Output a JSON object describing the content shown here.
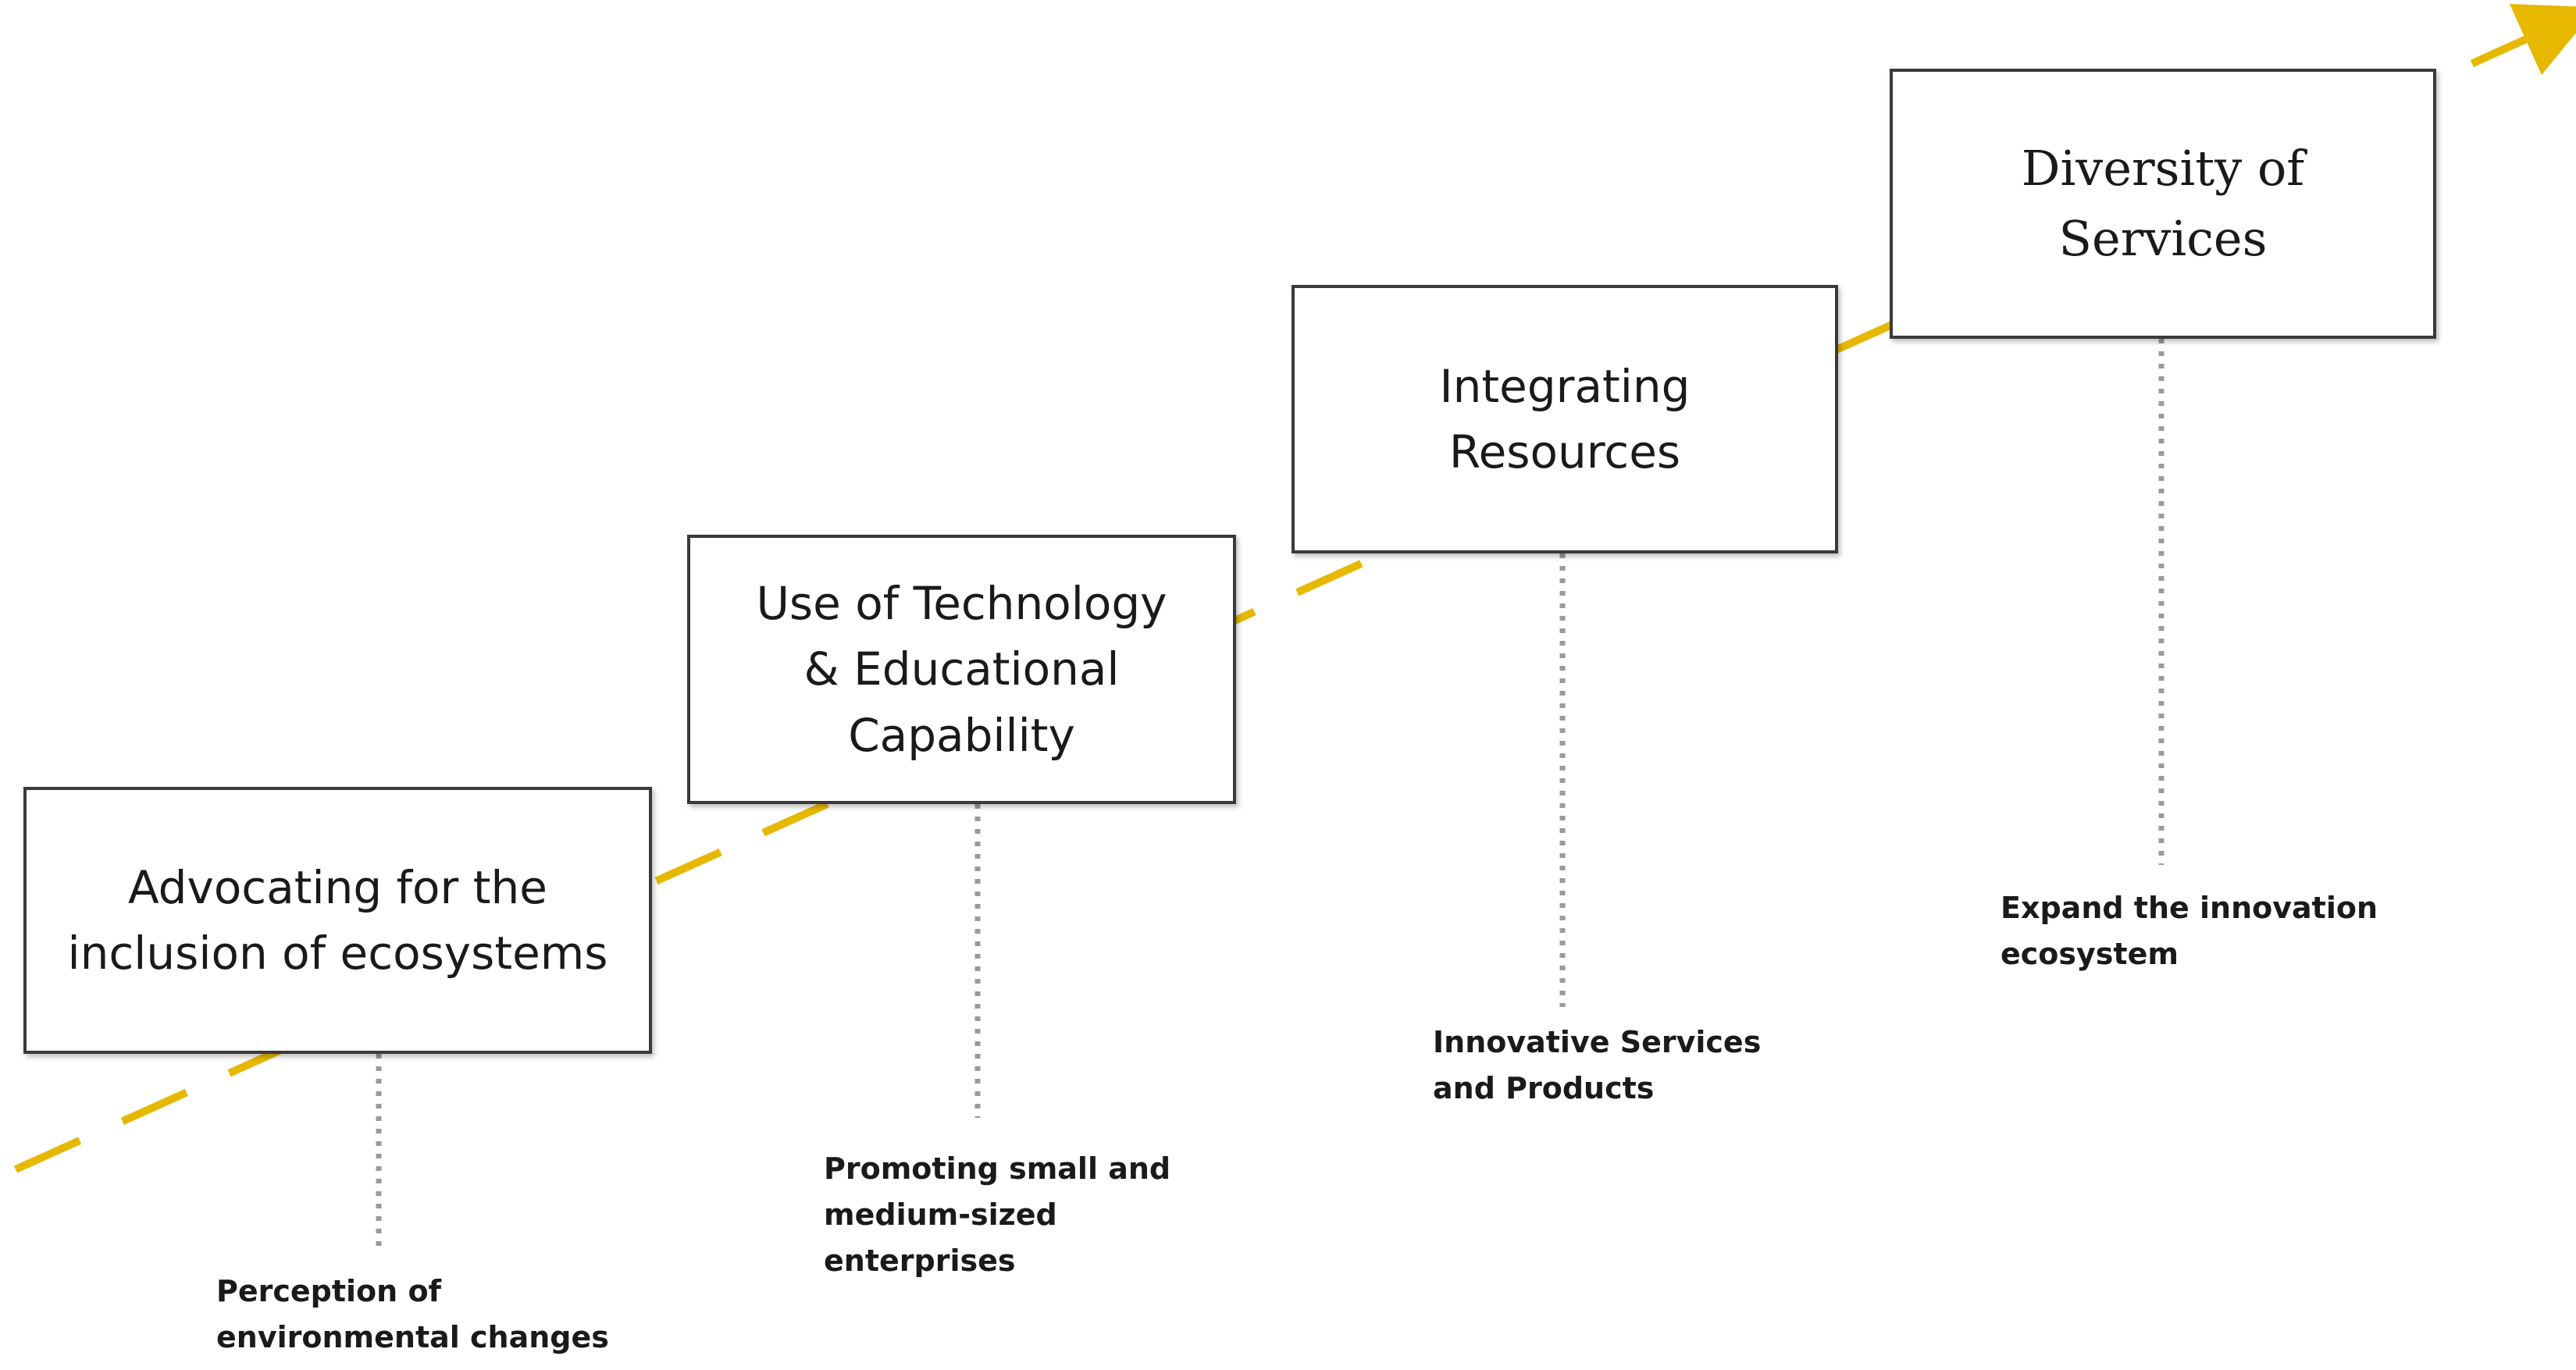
{
  "colors": {
    "trend_line": "#E6B800",
    "connector": "#9a9a9a",
    "box_border": "#3a3a3a",
    "text": "#1a1a1a"
  },
  "steps": [
    {
      "title": "Advocating for the\ninclusion of ecosystems",
      "note": "Perception of\nenvironmental changes"
    },
    {
      "title": "Use of Technology\n& Educational\nCapability",
      "note": "Promoting small and\nmedium-sized\nenterprises"
    },
    {
      "title": "Integrating\nResources",
      "note": "Innovative Services\nand Products"
    },
    {
      "title": "Diversity of Services",
      "note": "Expand the innovation\necosystem"
    }
  ]
}
